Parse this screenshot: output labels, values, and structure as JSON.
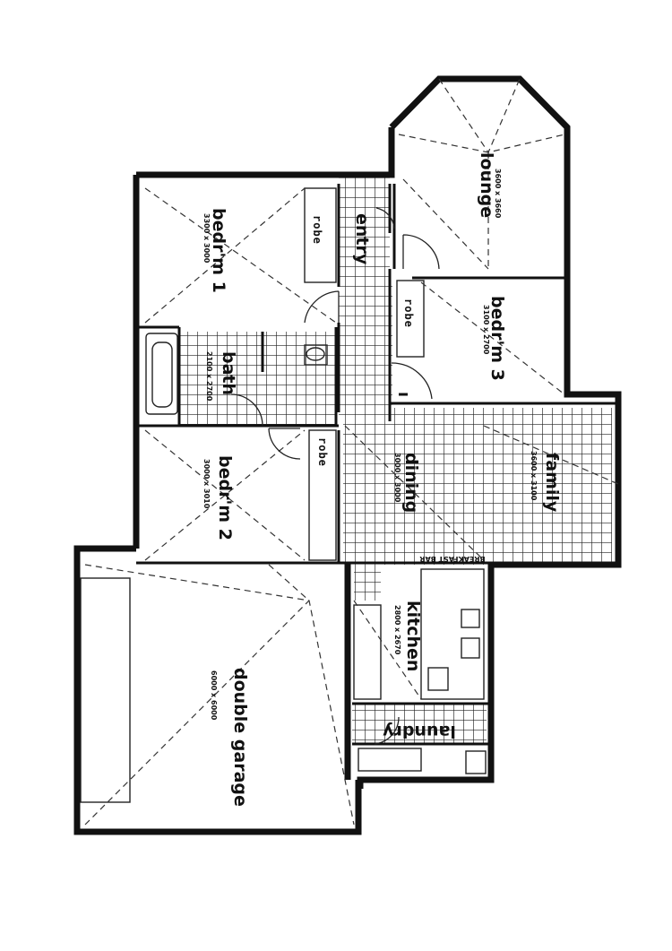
{
  "plan": {
    "rooms": {
      "lounge": {
        "name": "lounge",
        "dims": "3600 x 3660"
      },
      "bed1": {
        "name": "bedr'm 1",
        "dims": "3300 x 3000"
      },
      "entry": {
        "name": "entry"
      },
      "bed3": {
        "name": "bedr'm 3",
        "dims": "3100 x 2700"
      },
      "bath": {
        "name": "bath",
        "dims": "2100 x 2700"
      },
      "dining": {
        "name": "dining",
        "dims": "3000 x 3000"
      },
      "family": {
        "name": "family",
        "dims": "3600 x 3100"
      },
      "bed2": {
        "name": "bedr'm 2",
        "dims": "3000 x 3010"
      },
      "kitchen": {
        "name": "kitchen",
        "dims": "2800 x 2670"
      },
      "garage": {
        "name": "double garage",
        "dims": "6000 x 6000"
      },
      "laundry": {
        "name": "laundry"
      }
    },
    "robes": {
      "robe1": "robe",
      "robe2": "robe",
      "robe3": "robe"
    },
    "breakfast_bar": "BREAKFAST BAR"
  }
}
